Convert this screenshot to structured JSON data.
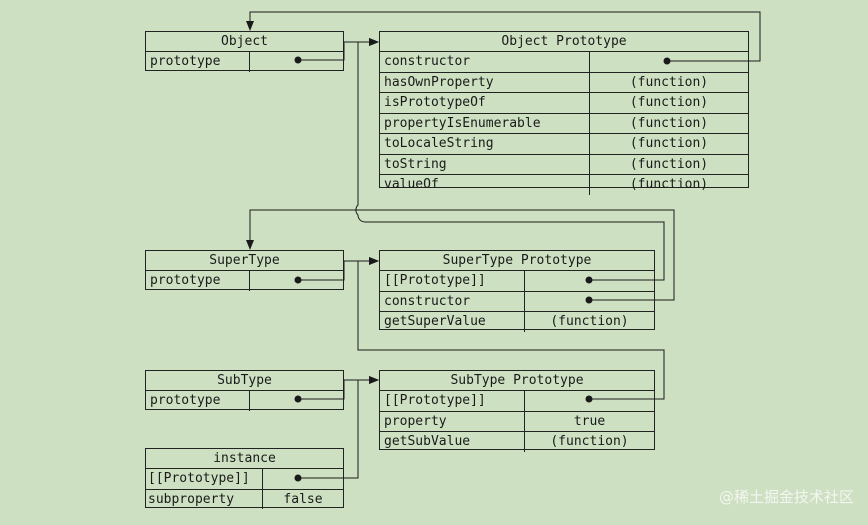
{
  "object": {
    "title": "Object",
    "rows": [
      {
        "key": "prototype",
        "value": ""
      }
    ]
  },
  "object_prototype": {
    "title": "Object Prototype",
    "rows": [
      {
        "key": "constructor",
        "value": ""
      },
      {
        "key": "hasOwnProperty",
        "value": "(function)"
      },
      {
        "key": "isPrototypeOf",
        "value": "(function)"
      },
      {
        "key": "propertyIsEnumerable",
        "value": "(function)"
      },
      {
        "key": "toLocaleString",
        "value": "(function)"
      },
      {
        "key": "toString",
        "value": "(function)"
      },
      {
        "key": "valueOf",
        "value": "(function)"
      }
    ]
  },
  "supertype": {
    "title": "SuperType",
    "rows": [
      {
        "key": "prototype",
        "value": ""
      }
    ]
  },
  "supertype_prototype": {
    "title": "SuperType Prototype",
    "rows": [
      {
        "key": "[[Prototype]]",
        "value": ""
      },
      {
        "key": "constructor",
        "value": ""
      },
      {
        "key": "getSuperValue",
        "value": "(function)"
      }
    ]
  },
  "subtype": {
    "title": "SubType",
    "rows": [
      {
        "key": "prototype",
        "value": ""
      }
    ]
  },
  "subtype_prototype": {
    "title": "SubType Prototype",
    "rows": [
      {
        "key": "[[Prototype]]",
        "value": ""
      },
      {
        "key": "property",
        "value": "true"
      },
      {
        "key": "getSubValue",
        "value": "(function)"
      }
    ]
  },
  "instance": {
    "title": "instance",
    "rows": [
      {
        "key": "[[Prototype]]",
        "value": ""
      },
      {
        "key": "subproperty",
        "value": "false"
      }
    ]
  },
  "watermark": "@稀土掘金技术社区"
}
